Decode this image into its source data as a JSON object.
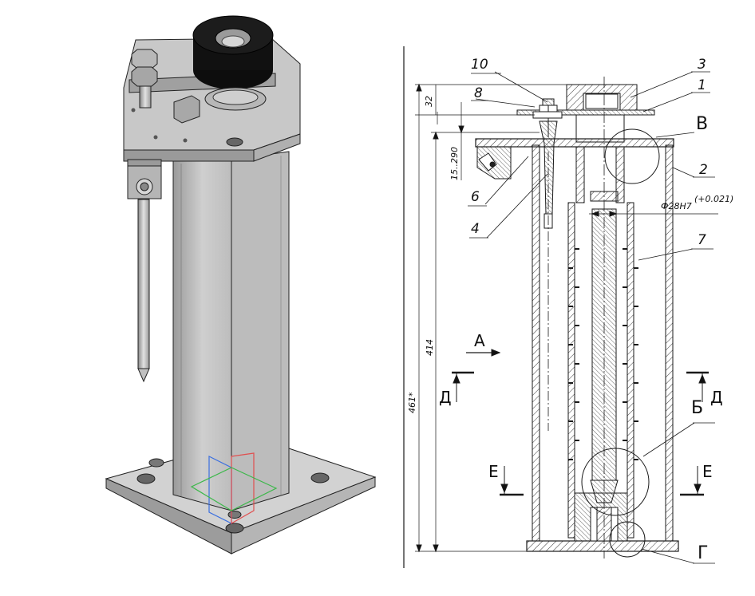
{
  "callouts": {
    "c10": "10",
    "c8": "8",
    "c3": "3",
    "c1": "1",
    "cV": "В",
    "c2": "2",
    "c6": "6",
    "c4": "4",
    "c7": "7"
  },
  "dimensions": {
    "d32": "32",
    "d15290": "15..290",
    "d414": "414",
    "d461": "461*",
    "diameter": "Ф28Н7",
    "tolerance": "(+0.021)"
  },
  "views": {
    "A": "А",
    "D_left": "Д",
    "D_right": "Д",
    "E_left": "Е",
    "E_right": "Е",
    "B": "Б",
    "G": "Г"
  },
  "colors": {
    "line": "#1a1a1a",
    "metal_light": "#d4d4d4",
    "metal_mid": "#a8a8a8",
    "metal_dark": "#6e6e6e",
    "rubber": "#111111",
    "axis_x": "#e05050",
    "axis_y": "#3cb84a",
    "axis_z": "#3a6fe0"
  }
}
